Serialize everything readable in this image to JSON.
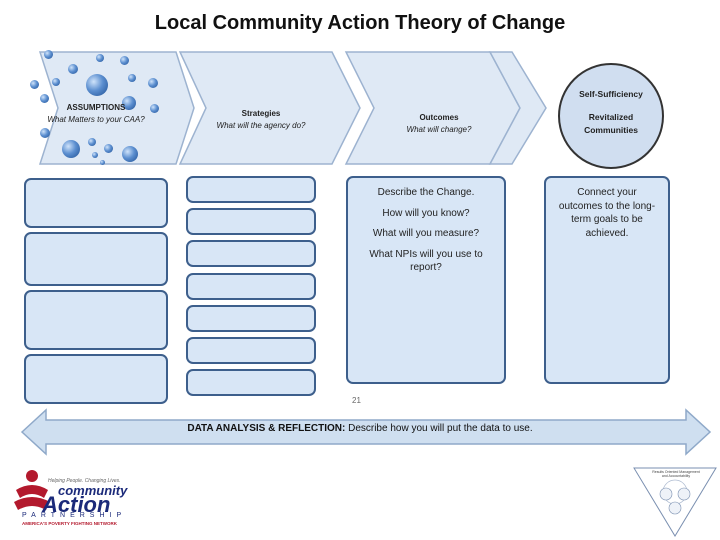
{
  "title": "Local Community Action Theory of Change",
  "stages": {
    "assumptions": {
      "title": "ASSUMPTIONS",
      "subtitle": "What Matters to your CAA?"
    },
    "strategies": {
      "title": "Strategies",
      "subtitle": "What will the agency do?"
    },
    "outcomes": {
      "title": "Outcomes",
      "subtitle": "What will change?"
    },
    "goal": {
      "line1": "Self-Sufficiency",
      "line2": "Revitalized Communities"
    }
  },
  "outcomes_box": {
    "lines": [
      "Describe the Change.",
      "How will you know?",
      "What will you measure?",
      "What NPIs will you use to report?"
    ]
  },
  "goal_box": {
    "text": "Connect your outcomes to the long-term goals to be achieved."
  },
  "page_number": "21",
  "analysis": {
    "label_bold": "DATA ANALYSIS & REFLECTION:",
    "label_rest": " Describe how you will put the data to use."
  },
  "logo": {
    "tagline": "Helping People. Changing Lives.",
    "community": "community",
    "action": "Action",
    "partnership": "PARTNERSHIP",
    "network": "AMERICA'S POVERTY FIGHTING NETWORK"
  },
  "pyramid": {
    "top_text": "Results Oriented Management and Accountability"
  },
  "colors": {
    "box_fill": "#d8e6f6",
    "box_border": "#3d5f8c",
    "arrow_fill": "#cfdff0",
    "arrow_stroke": "#8fa9c9",
    "logo_blue": "#1b2a7a",
    "logo_red": "#b3192d"
  }
}
